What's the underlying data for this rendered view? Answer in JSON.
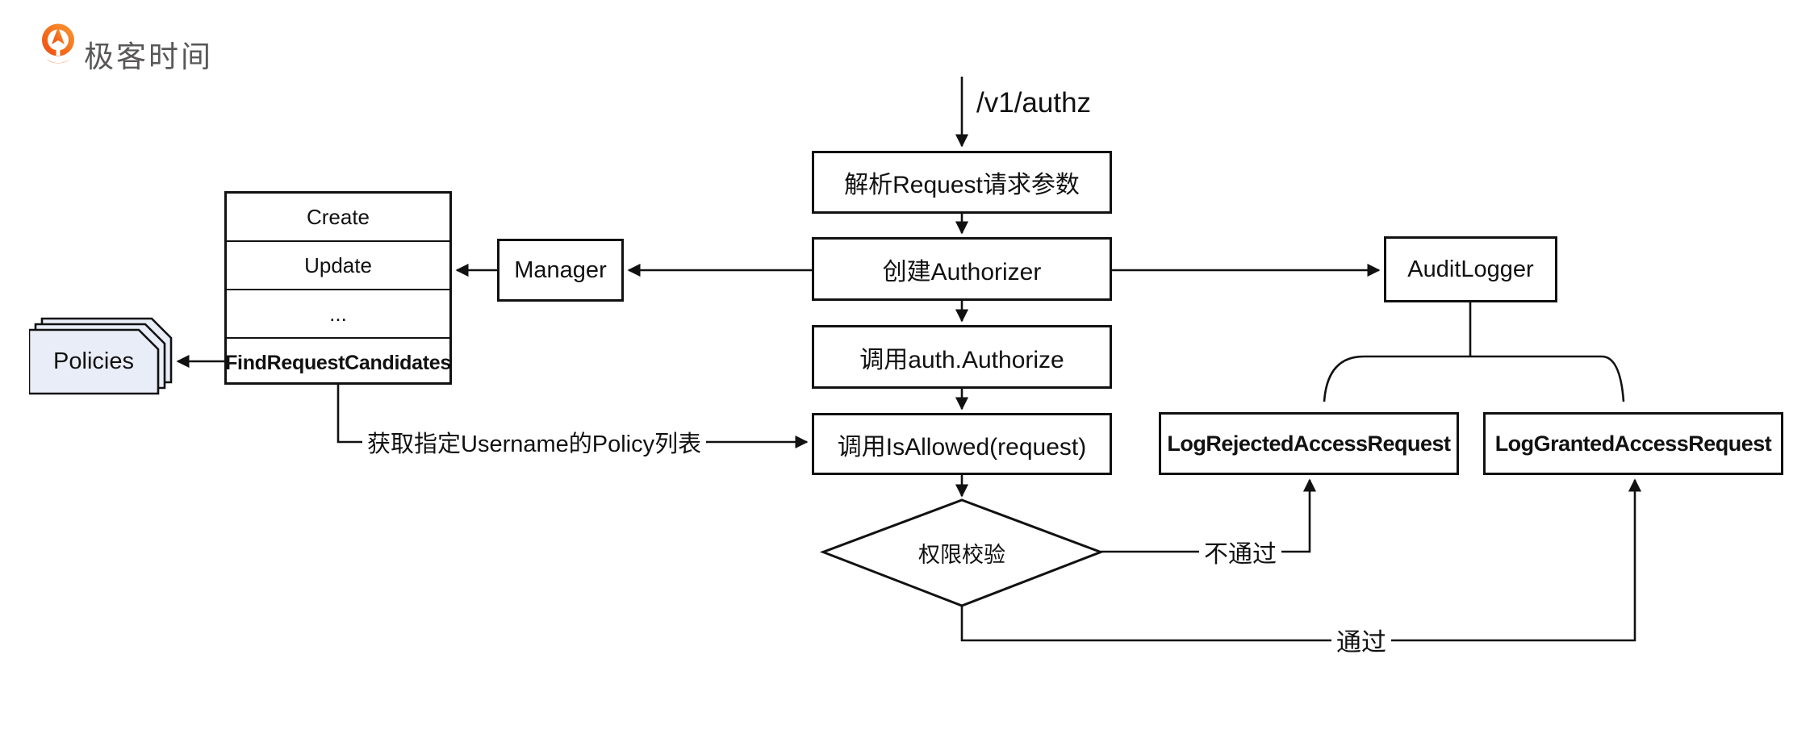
{
  "brand": {
    "name": "极客时间"
  },
  "diagram": {
    "entry": {
      "label": "/v1/authz"
    },
    "nodes": {
      "parse_request": "解析Request请求参数",
      "create_authorizer": "创建Authorizer",
      "call_authorize": "调用auth.Authorize",
      "call_is_allowed": "调用IsAllowed(request)",
      "decision": "权限校验",
      "manager": "Manager",
      "audit_logger": "AuditLogger",
      "log_rejected": "LogRejectedAccessRequest",
      "log_granted": "LogGrantedAccessRequest",
      "policies": "Policies"
    },
    "method_table": {
      "rows": [
        "Create",
        "Update",
        "...",
        "FindRequestCandidates"
      ]
    },
    "edge_labels": {
      "fetch_policies": "获取指定Username的Policy列表",
      "reject": "不通过",
      "pass": "通过"
    }
  },
  "colors": {
    "line": "#111111",
    "node_fill": "#ffffff",
    "policies_fill": "#e9edf7",
    "text": "#111111",
    "brand_text": "#595757",
    "logo_orange_dark": "#ed4a0d",
    "logo_orange_light": "#fb9a32"
  }
}
